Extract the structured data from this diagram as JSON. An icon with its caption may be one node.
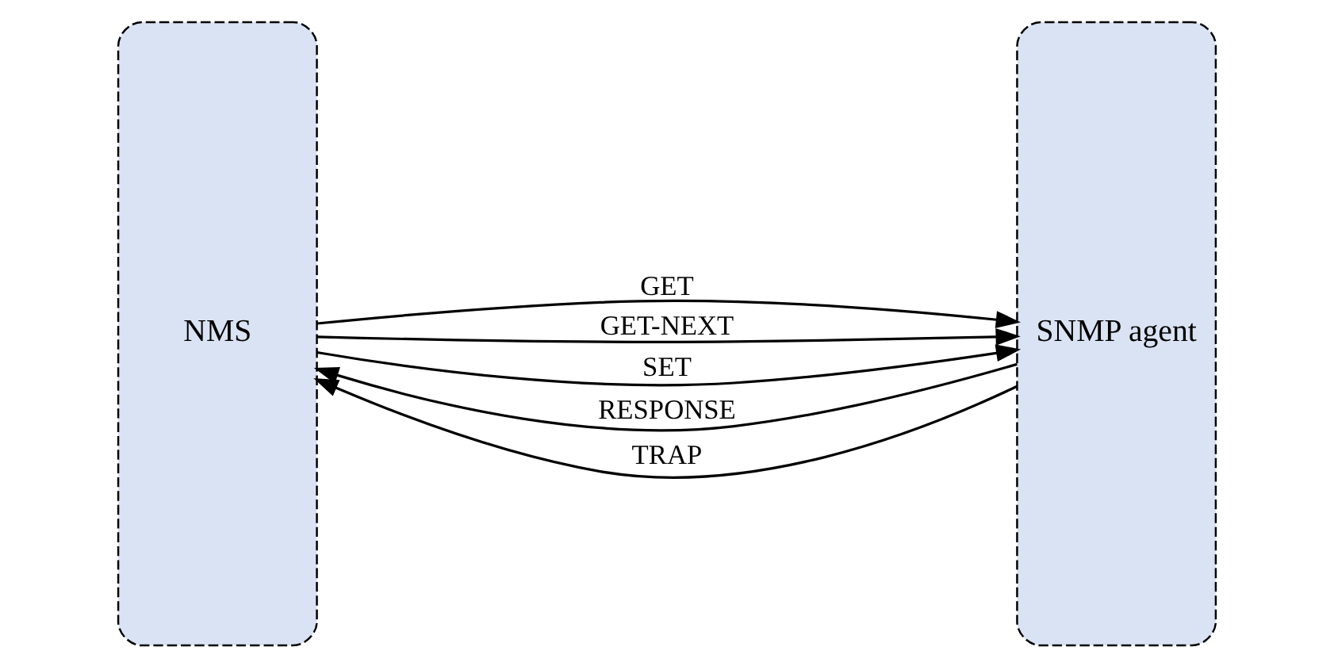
{
  "diagram": {
    "nodes": [
      {
        "text": [
          "NMS"
        ]
      },
      {
        "text": [
          "SNMP agent"
        ]
      }
    ],
    "edges": [
      {
        "from": 0,
        "to": 1,
        "arrow": "to",
        "label": "GET"
      },
      {
        "from": 0,
        "to": 1,
        "arrow": "to",
        "label": "GET-NEXT"
      },
      {
        "from": 0,
        "to": 1,
        "arrow": "to",
        "label": "SET"
      },
      {
        "from": 1,
        "to": 0,
        "arrow": "to",
        "label": "RESPONSE"
      },
      {
        "from": 1,
        "to": 0,
        "arrow": "to",
        "label": "TRAP"
      }
    ]
  }
}
